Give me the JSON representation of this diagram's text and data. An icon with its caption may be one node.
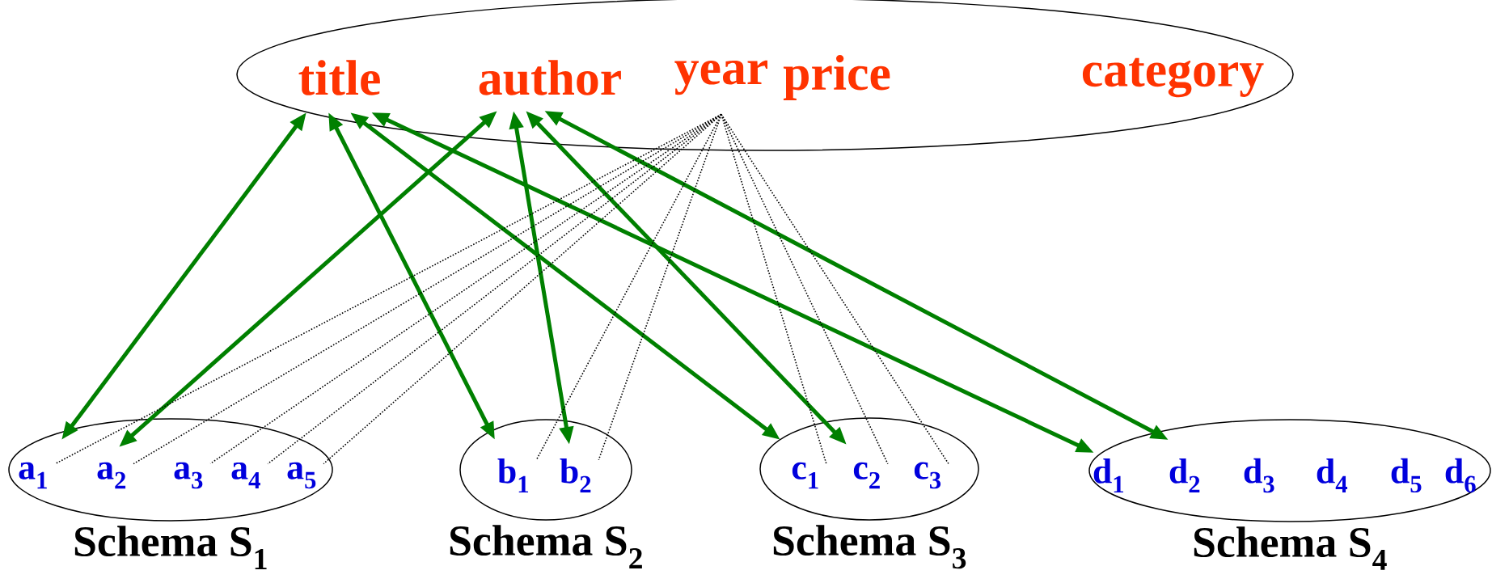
{
  "diagram": {
    "nodes": [
      {
        "text": [],
        "shape": "ellipse"
      },
      {
        "text": [
          "title"
        ],
        "in": 0
      },
      {
        "text": [
          "author"
        ],
        "in": 0
      },
      {
        "text": [
          "year"
        ],
        "in": 0
      },
      {
        "text": [
          "price"
        ],
        "in": 0
      },
      {
        "text": [
          "category"
        ],
        "in": 0
      },
      {
        "text": [
          "Schema S$_{1}$"
        ]
      },
      {
        "text": [
          "a$_{1}$"
        ],
        "in": 6
      },
      {
        "text": [
          "a$_{2}$"
        ],
        "in": 6
      },
      {
        "text": [
          "a$_{3}$"
        ],
        "in": 6
      },
      {
        "text": [
          "a$_{4}$"
        ],
        "in": 6
      },
      {
        "text": [
          "a$_{5}$"
        ],
        "in": 6
      },
      {
        "text": [
          "Schema S$_{2}$"
        ]
      },
      {
        "text": [
          "b$_{1}$"
        ],
        "in": 12
      },
      {
        "text": [
          "b$_{2}$"
        ],
        "in": 12
      },
      {
        "text": [
          "Schema S$_{3}$"
        ]
      },
      {
        "text": [
          "c$_{1}$"
        ],
        "in": 15
      },
      {
        "text": [
          "c$_{2}$"
        ],
        "in": 15
      },
      {
        "text": [
          "c$_{3}$"
        ],
        "in": 15
      },
      {
        "text": [
          "Schema S$_{4}$"
        ]
      },
      {
        "text": [
          "d$_{1}$"
        ],
        "in": 19
      },
      {
        "text": [
          "d$_{2}$"
        ],
        "in": 19
      },
      {
        "text": [
          "d$_{3}$"
        ],
        "in": 19
      },
      {
        "text": [
          "d$_{4}$"
        ],
        "in": 19
      },
      {
        "text": [
          "d$_{5}$"
        ],
        "in": 19
      },
      {
        "text": [
          "d$_{6}$"
        ],
        "in": 19
      }
    ],
    "edges": [
      {
        "from": 1,
        "to": 7,
        "arrow": "both",
        "style": "thick",
        "color": "#008000"
      },
      {
        "from": 1,
        "to": 13,
        "arrow": "both",
        "style": "thick",
        "color": "#008000"
      },
      {
        "from": 1,
        "to": 16,
        "arrow": "both",
        "style": "thick",
        "color": "#008000"
      },
      {
        "from": 1,
        "to": 20,
        "arrow": "both",
        "style": "thick",
        "color": "#008000"
      },
      {
        "from": 2,
        "to": 8,
        "arrow": "both",
        "style": "thick",
        "color": "#008000"
      },
      {
        "from": 2,
        "to": 14,
        "arrow": "both",
        "style": "thick",
        "color": "#008000"
      },
      {
        "from": 2,
        "to": 17,
        "arrow": "both",
        "style": "thick",
        "color": "#008000"
      },
      {
        "from": 2,
        "to": 21,
        "arrow": "both",
        "style": "thick",
        "color": "#008000"
      },
      {
        "from": 3,
        "to": 7,
        "arrow": "none",
        "style": "dashed"
      },
      {
        "from": 3,
        "to": 8,
        "arrow": "none",
        "style": "dashed"
      },
      {
        "from": 3,
        "to": 9,
        "arrow": "none",
        "style": "dashed"
      },
      {
        "from": 3,
        "to": 10,
        "arrow": "none",
        "style": "dashed"
      },
      {
        "from": 3,
        "to": 11,
        "arrow": "none",
        "style": "dashed"
      },
      {
        "from": 3,
        "to": 13,
        "arrow": "none",
        "style": "dashed"
      },
      {
        "from": 3,
        "to": 14,
        "arrow": "none",
        "style": "dashed"
      },
      {
        "from": 3,
        "to": 16,
        "arrow": "none",
        "style": "dashed"
      },
      {
        "from": 3,
        "to": 17,
        "arrow": "none",
        "style": "dashed"
      },
      {
        "from": 3,
        "to": 18,
        "arrow": "none",
        "style": "dashed"
      }
    ]
  }
}
